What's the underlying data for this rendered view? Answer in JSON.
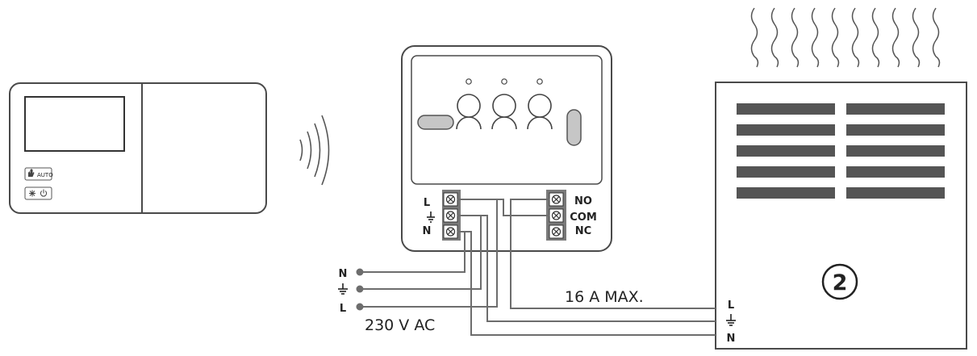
{
  "thermostat": {
    "mode_label": "AUTO",
    "hand_icon": "hand-icon",
    "snowflake_icon": "snowflake-icon",
    "power_icon": "power-icon"
  },
  "relay": {
    "input_terminals": [
      "L",
      "⏚",
      "N"
    ],
    "output_terminals": [
      "NO",
      "COM",
      "NC"
    ]
  },
  "supply": {
    "lines": [
      "N",
      "⏚",
      "L"
    ],
    "voltage": "230 V AC"
  },
  "load": {
    "max_current": "16 A MAX.",
    "badge": "2",
    "terminals": [
      "L",
      "⏚",
      "N"
    ]
  },
  "icons": {
    "signal": "wireless-signal-icon",
    "heat": "heat-waves-icon",
    "ground": "ground-icon"
  },
  "colors": {
    "outline": "#4a4a4a",
    "terminal_block": "#7a7a7a",
    "grille": "#555555",
    "wire": "#6d6d6d"
  }
}
